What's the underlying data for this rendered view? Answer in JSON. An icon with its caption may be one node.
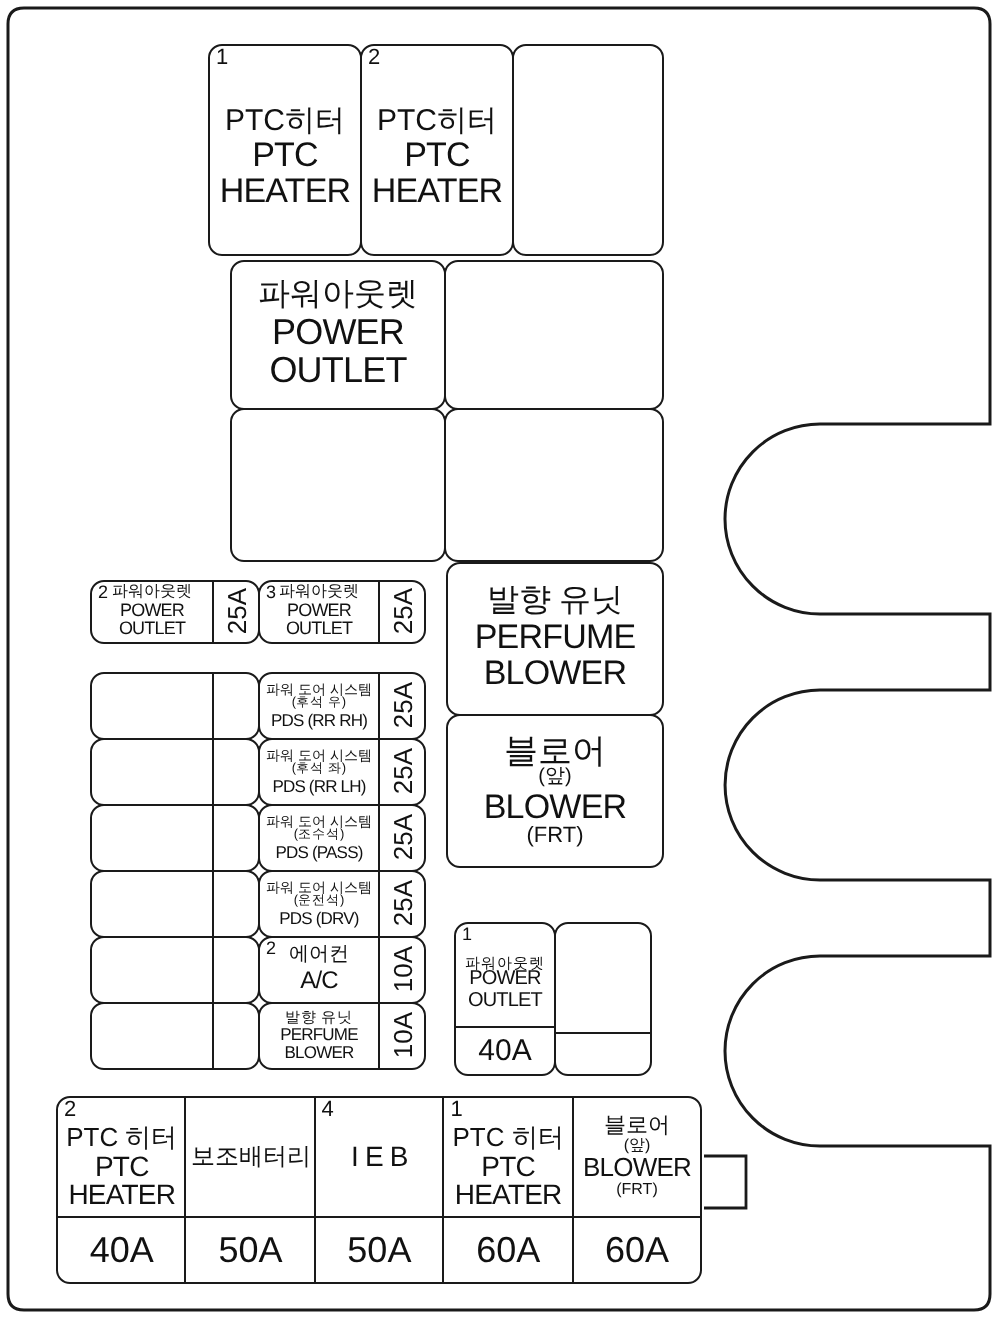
{
  "diagram": {
    "nodes": [
      {
        "text": [
          "1",
          "PTC히터",
          "PTC HEATER"
        ]
      },
      {
        "text": [
          "2",
          "PTC히터",
          "PTC HEATER"
        ]
      },
      {
        "text": [],
        "shape": "box"
      },
      {
        "text": [
          "파워아웃렛",
          "POWER OUTLET"
        ]
      },
      {
        "text": [],
        "shape": "box"
      },
      {
        "text": [],
        "shape": "box"
      },
      {
        "text": [],
        "shape": "box"
      },
      {
        "text": [
          "2",
          "파워아웃렛",
          "POWER OUTLET",
          "25A"
        ]
      },
      {
        "text": [
          "3",
          "파워아웃렛",
          "POWER OUTLET",
          "25A"
        ]
      },
      {
        "text": [
          "발향 유닛",
          "PERFUME BLOWER"
        ]
      },
      {
        "text": [],
        "shape": "box"
      },
      {
        "text": [
          "파워 도어 시스템",
          "(후석 우)",
          "PDS (RR RH)",
          "25A"
        ]
      },
      {
        "text": [
          "블로어",
          "(앞)",
          "BLOWER",
          "(FRT)"
        ]
      },
      {
        "text": [],
        "shape": "box"
      },
      {
        "text": [
          "파워 도어 시스템",
          "(후석 좌)",
          "PDS (RR LH)",
          "25A"
        ]
      },
      {
        "text": [],
        "shape": "box"
      },
      {
        "text": [
          "파워 도어 시스템",
          "(조수석)",
          "PDS (PASS)",
          "25A"
        ]
      },
      {
        "text": [],
        "shape": "box"
      },
      {
        "text": [
          "파워 도어 시스템",
          "(운전석)",
          "PDS (DRV)",
          "25A"
        ]
      },
      {
        "text": [
          "1",
          "파워아웃렛",
          "POWER OUTLET",
          "40A"
        ]
      },
      {
        "text": [],
        "shape": "box"
      },
      {
        "text": [],
        "shape": "box"
      },
      {
        "text": [
          "2",
          "에어컨",
          "A/C",
          "10A"
        ]
      },
      {
        "text": [],
        "shape": "box"
      },
      {
        "text": [
          "발향 유닛",
          "PERFUME BLOWER",
          "10A"
        ]
      },
      {
        "text": [
          "2",
          "PTC 히터",
          "PTC HEATER",
          "40A"
        ]
      },
      {
        "text": [
          "보조배터리",
          "50A"
        ]
      },
      {
        "text": [
          "4",
          "I E B",
          "50A"
        ]
      },
      {
        "text": [
          "1",
          "PTC 히터",
          "PTC HEATER",
          "60A"
        ]
      },
      {
        "text": [
          "블로어",
          "(앞)",
          "BLOWER",
          "(FRT)",
          "60A"
        ]
      }
    ]
  }
}
